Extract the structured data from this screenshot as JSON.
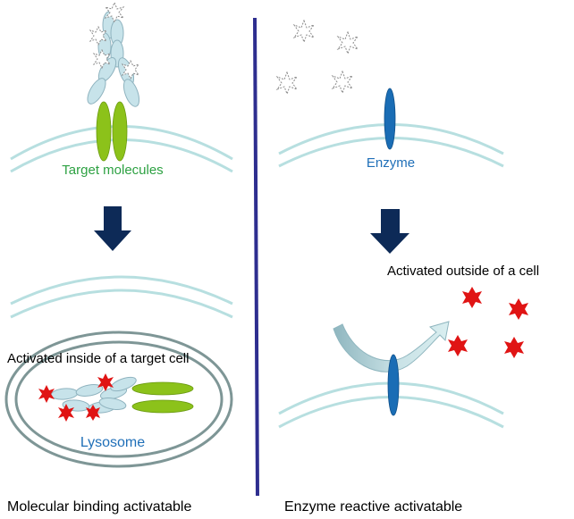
{
  "left_panel": {
    "target_label": "Target molecules",
    "inside_label": "Activated inside of a target cell",
    "lysosome_label": "Lysosome",
    "caption": "Molecular binding activatable"
  },
  "right_panel": {
    "enzyme_label": "Enzyme",
    "outside_label": "Activated outside of a cell",
    "caption": "Enzyme reactive activatable"
  },
  "colors": {
    "membrane": "#b7dfe0",
    "antibody": "#c7e3ea",
    "antibody_stroke": "#8fb3bf",
    "target": "#8cc21a",
    "target_label": "#2da142",
    "enzyme": "#1a6db5",
    "blue_text": "#1f6fb8",
    "divider": "#2e2e8f",
    "arrow": "#0d2a57",
    "active_probe": "#e01414",
    "lysosome_ring": "#7e9696"
  },
  "icons": {
    "down_arrow": "down-arrow-icon",
    "inactive_probe": "inactive-probe-icon",
    "active_probe": "active-probe-icon",
    "curved_arrow": "curved-arrow-icon"
  }
}
